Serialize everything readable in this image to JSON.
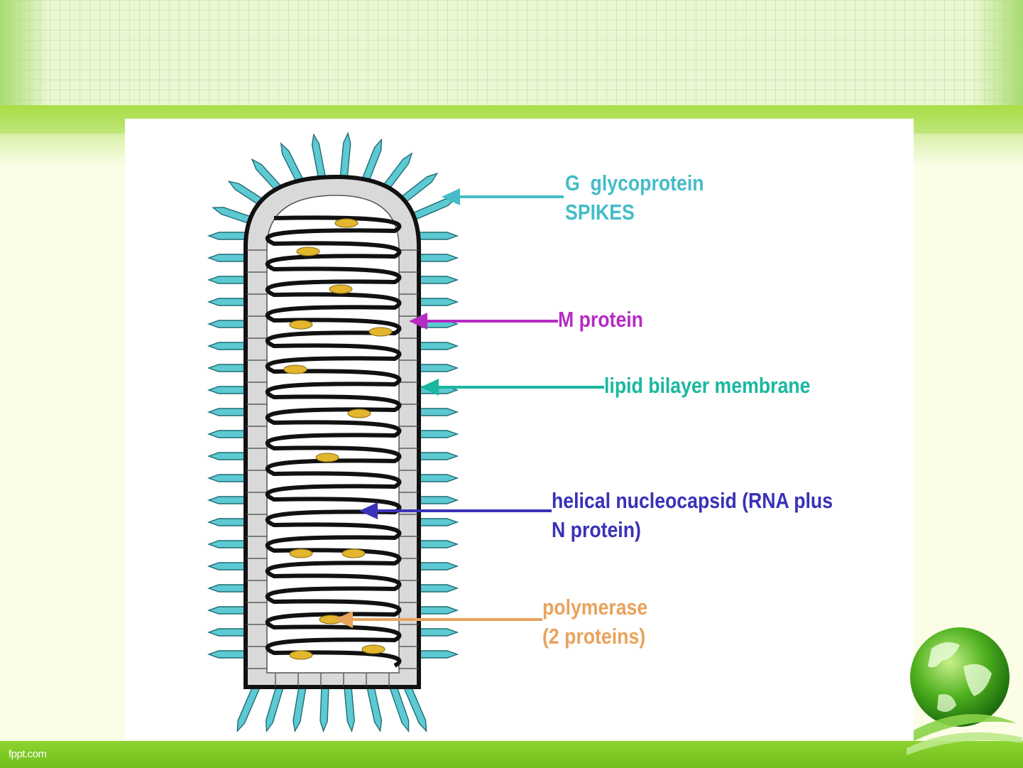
{
  "slide": {
    "footer_brand": "fppt.com"
  },
  "colors": {
    "spike": "#5dc9d2",
    "spike_outline": "#1e6d74",
    "membrane": "#d9d9d9",
    "helix": "#111111",
    "polymerase_dot": "#e3b62e",
    "g_label": "#45bcc8",
    "m_label": "#b52bc3",
    "lipid_label": "#19b8a0",
    "helical_label": "#3a31b8",
    "polymerase_label": "#e8a35c"
  },
  "labels": {
    "g_glycoprotein_line1": "G  glycoprotein",
    "g_glycoprotein_line2": "SPIKES",
    "m_protein": "M protein",
    "lipid_bilayer": "lipid bilayer membrane",
    "helical_line1": "helical nucleocapsid (RNA plus",
    "helical_line2": "N protein)",
    "polymerase_line1": "polymerase",
    "polymerase_line2": "(2 proteins)"
  }
}
